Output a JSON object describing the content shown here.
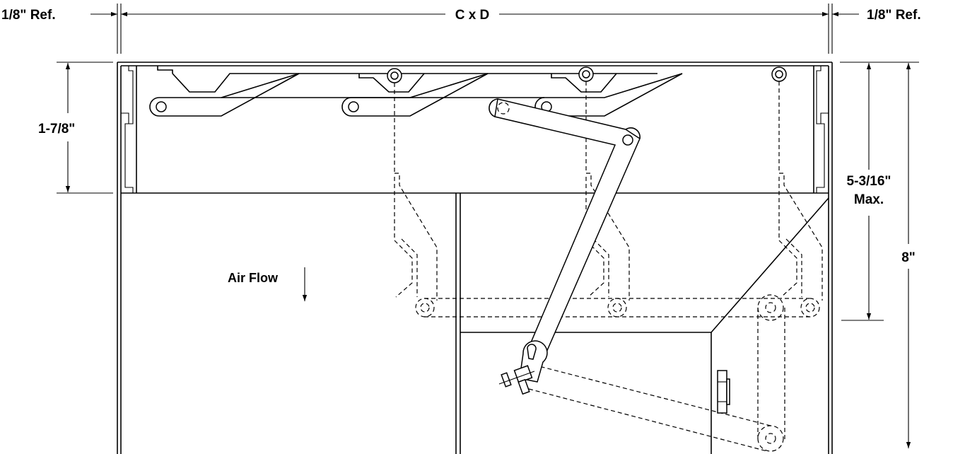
{
  "labels": {
    "ref_left": "1/8\" Ref.",
    "ref_right": "1/8\" Ref.",
    "width": "C x D",
    "frame_depth": "1-7/8\"",
    "max_depth_line1": "5-3/16\"",
    "max_depth_line2": "Max.",
    "overall_depth": "8\"",
    "air_flow": "Air Flow"
  },
  "colors": {
    "ink": "#000000",
    "paper": "#ffffff"
  }
}
